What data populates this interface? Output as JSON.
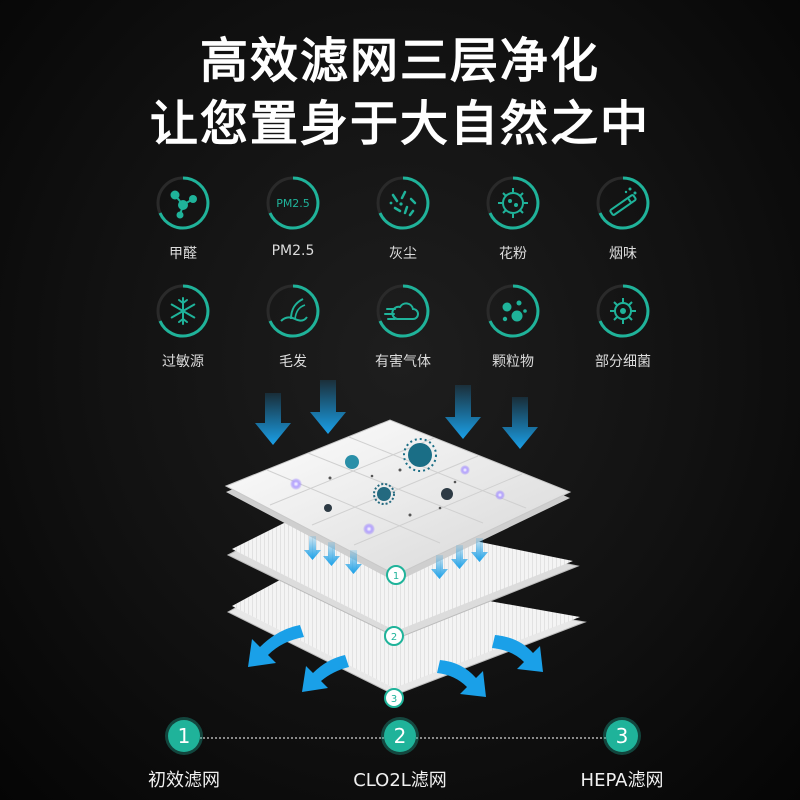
{
  "title": {
    "line1": "高效滤网三层净化",
    "line2": "让您置身于大自然之中"
  },
  "colors": {
    "accent": "#1fb39a",
    "arrow": "#1aa0e8",
    "background": "#111111"
  },
  "pollutants": [
    {
      "label": "甲醛",
      "icon": "molecule-icon"
    },
    {
      "label": "PM2.5",
      "icon": "pm25-icon",
      "icon_text": "PM2.5"
    },
    {
      "label": "灰尘",
      "icon": "dust-icon"
    },
    {
      "label": "花粉",
      "icon": "pollen-icon"
    },
    {
      "label": "烟味",
      "icon": "cigarette-icon"
    },
    {
      "label": "过敏源",
      "icon": "snowflake-icon"
    },
    {
      "label": "毛发",
      "icon": "hair-icon"
    },
    {
      "label": "有害气体",
      "icon": "gas-cloud-icon"
    },
    {
      "label": "颗粒物",
      "icon": "particles-icon"
    },
    {
      "label": "部分细菌",
      "icon": "bacteria-icon"
    }
  ],
  "layer_markers": [
    "1",
    "2",
    "3"
  ],
  "steps": [
    {
      "number": "1",
      "label": "初效滤网"
    },
    {
      "number": "2",
      "label": "CLO2L滤网"
    },
    {
      "number": "3",
      "label": "HEPA滤网"
    }
  ]
}
